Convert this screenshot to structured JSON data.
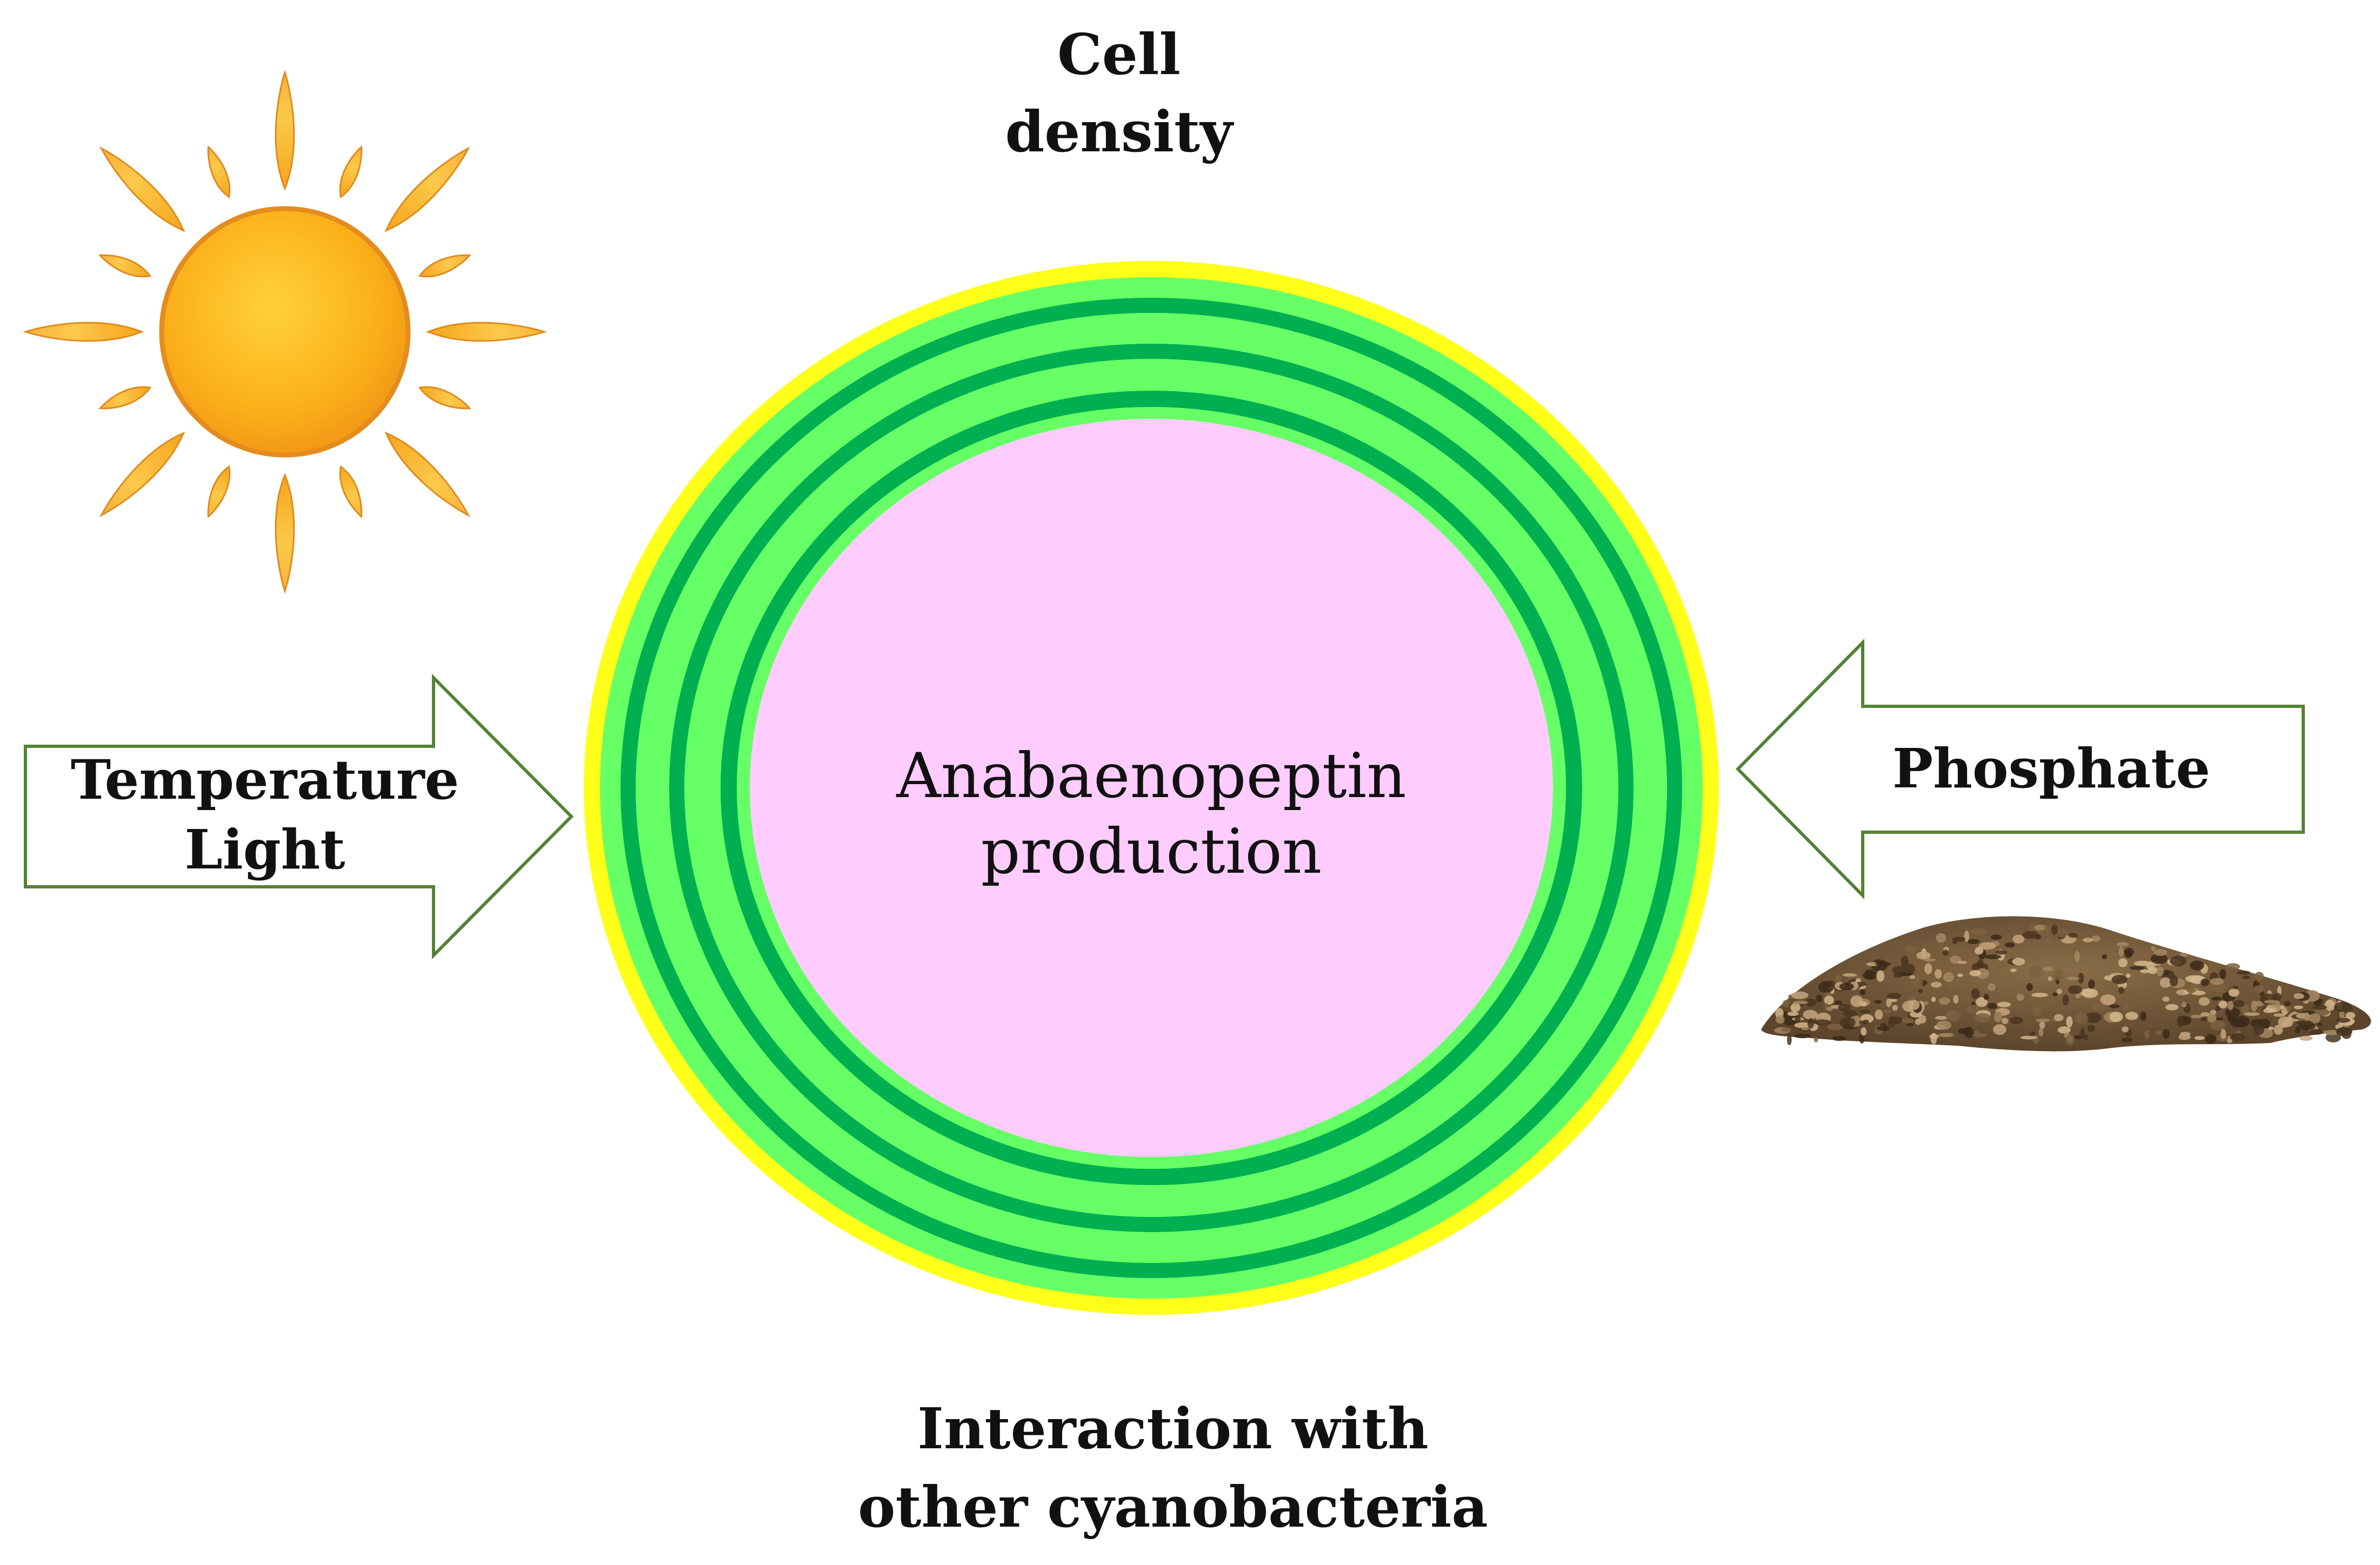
{
  "labels": {
    "top_line1": "Cell",
    "top_line2": "density",
    "center_line1": "Anabaenopeptin",
    "center_line2": "production",
    "left_line1": "Temperature",
    "left_line2": "Light",
    "right_line1": "Phosphate",
    "bottom_line1": "Interaction with",
    "bottom_line2": "other cyanobacteria"
  },
  "icons": {
    "sun": "sun-icon",
    "phosphate": "phosphate-pile-icon",
    "left_arrow": "arrow-right-icon",
    "right_arrow": "arrow-left-icon"
  },
  "colors": {
    "outer_ring": "#ffff1a",
    "light_green": "#66ff66",
    "dark_green": "#00b050",
    "center_fill": "#ffccff",
    "arrow_stroke": "#548235",
    "sun_body": "#fbb01a",
    "sun_edge": "#e58c1e",
    "soil": "#6e5437"
  }
}
